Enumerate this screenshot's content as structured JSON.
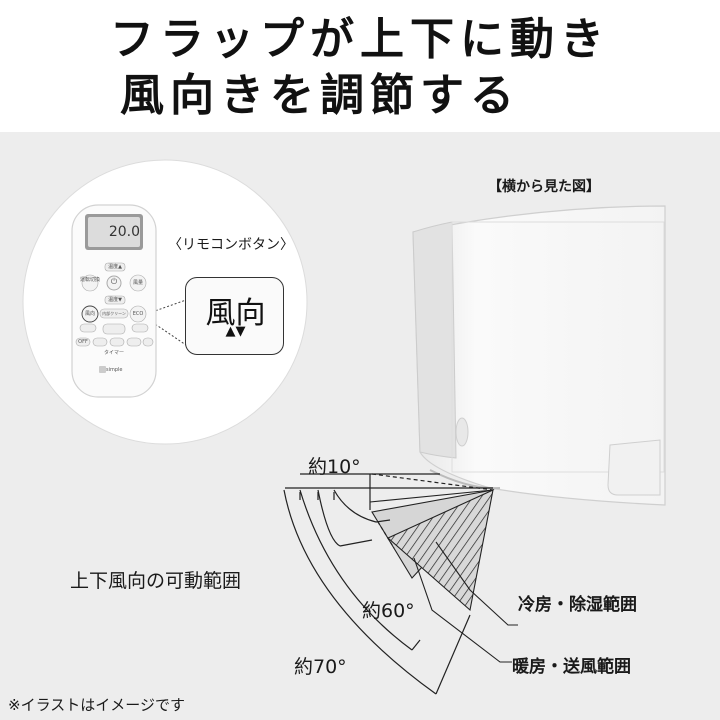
{
  "headline": {
    "line1": "フラップが上下に動き",
    "line2": "風向きを調節する"
  },
  "side_view_label": "【横から見た図】",
  "remote_label": "〈リモコンボタン〉",
  "remote": {
    "lcd_temp": "20.0",
    "buttons": {
      "operation_switch": "運転切換",
      "temp_up": "温度▲",
      "power": "⏻",
      "airflow": "風量",
      "temp_down": "温度▼",
      "wind_dir": "風向",
      "internal_clean": "内部クリーン",
      "eco": "ECO",
      "off": "OFF",
      "timer": "タイマー"
    },
    "brand": "simple"
  },
  "popup": {
    "text": "風向",
    "arrows": "▲▼"
  },
  "angles": {
    "a10": "約10°",
    "a60": "約60°",
    "a70": "約70°"
  },
  "range_title": "上下風向の可動範囲",
  "legend": {
    "cooling": "冷房・除湿範囲",
    "heating": "暖房・送風範囲"
  },
  "note": "※イラストはイメージです",
  "colors": {
    "background": "#ededed",
    "header": "#ffffff",
    "unit": "#f7f7f7"
  }
}
